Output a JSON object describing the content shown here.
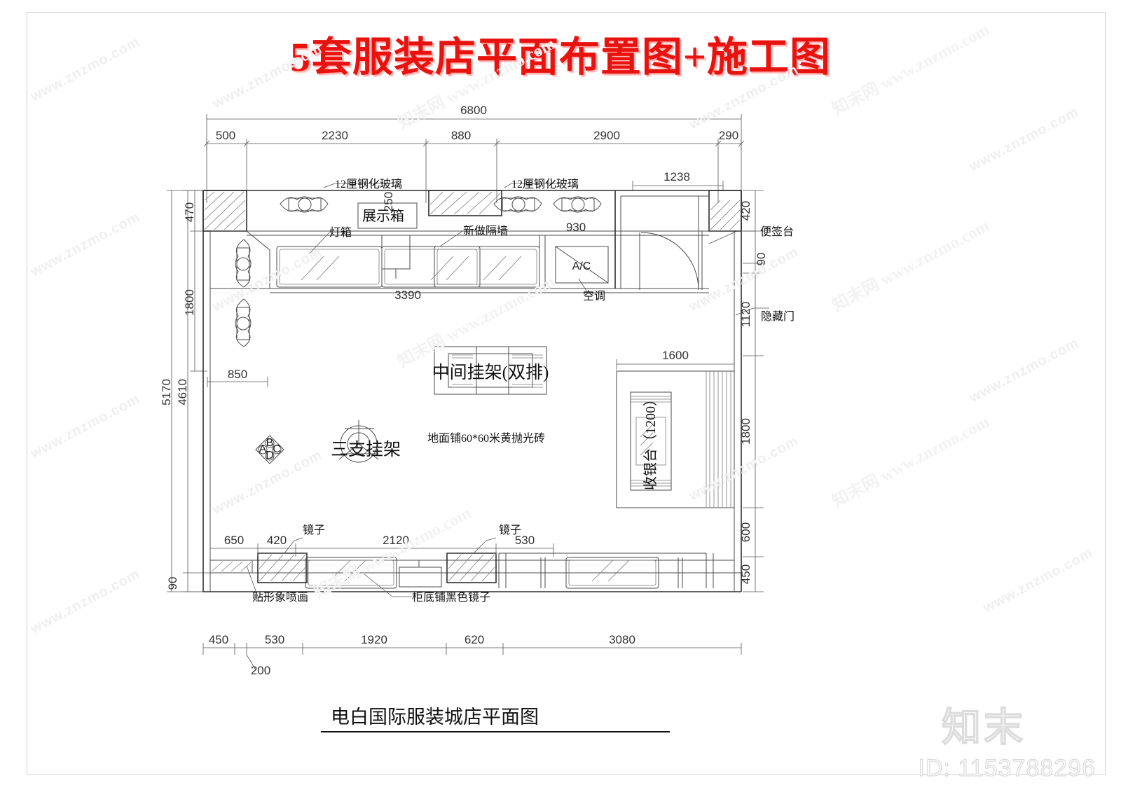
{
  "sheet": {
    "title": "5套服装店平面布置图+施工图",
    "caption": "电白国际服装城店平面图",
    "title_color": "#e8120f"
  },
  "watermark": {
    "site_text": "www.znzmo.com",
    "site_text_cn": "知末网 www.znzmo.com",
    "brand": "知末",
    "id_label": "ID: 1153788296"
  },
  "dimensions": {
    "top_overall": "6800",
    "top_chain": [
      "500",
      "2230",
      "880",
      "2900",
      "290"
    ],
    "top_right_door": "1238",
    "left_outer": "5170",
    "left_chain": [
      "470",
      "1800",
      "4610",
      "90"
    ],
    "left_inner_850": "850",
    "interior_3390": "3390",
    "ac_930": "930",
    "display_250": "250",
    "right_chain": [
      "420",
      "90",
      "1120",
      "1800",
      "600",
      "450"
    ],
    "cashier_1600": "1600",
    "cashier_width_note": "1200",
    "bottom_inner_chain": [
      "650",
      "420",
      "2120",
      "530"
    ],
    "bottom_chain": [
      "450",
      "530",
      "1920",
      "620",
      "3080"
    ],
    "bottom_200": "200"
  },
  "labels": {
    "glass_left": "12厘钢化玻璃",
    "glass_right": "12厘钢化玻璃",
    "display_case": "展示箱",
    "light_box": "灯箱",
    "new_partition": "新做隔墙",
    "ac_symbol": "A/C",
    "ac_text": "空调",
    "note_counter": "便签台",
    "hidden_door": "隐藏门",
    "center_rack": "中间挂架(双排)",
    "three_rack": "三支挂架",
    "floor_note": "地面铺60*60米黄抛光砖",
    "cashier": "收银台（1200）",
    "mirror_1": "镜子",
    "mirror_2": "镜子",
    "image_print": "贴形象喷画",
    "black_mirror": "柜底铺黑色镜子",
    "orientation_marks": [
      "A",
      "B",
      "C",
      "D"
    ]
  }
}
